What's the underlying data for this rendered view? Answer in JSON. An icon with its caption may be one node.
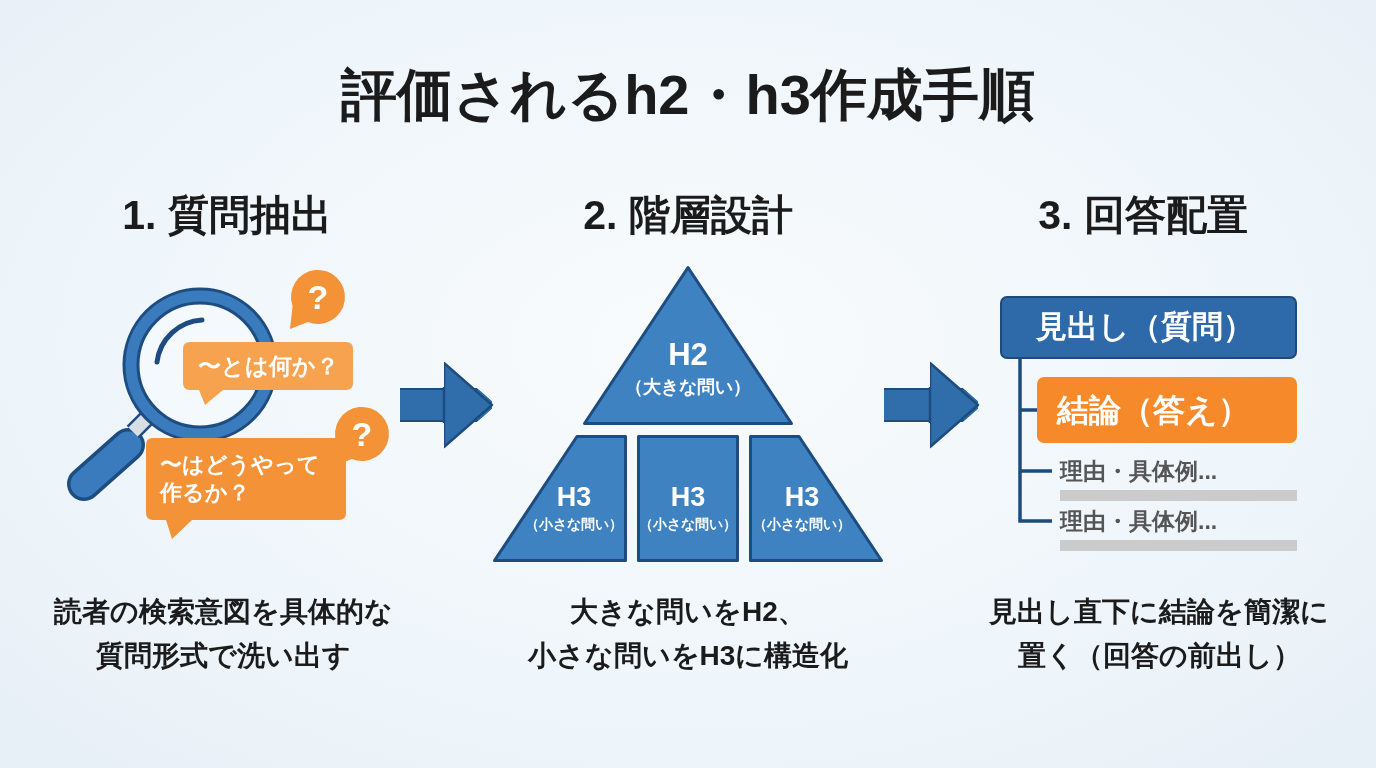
{
  "diagram": {
    "title": "評価されるh2・h3作成手順",
    "nodes": [
      {
        "text": [
          "1. 質問抽出",
          "読者の検索意図を具体的な質問形式で洗い出す"
        ]
      },
      {
        "text": [
          "?"
        ],
        "in": 0
      },
      {
        "text": [
          "〜とは何か？"
        ],
        "in": 0
      },
      {
        "text": [
          "?"
        ],
        "in": 0
      },
      {
        "text": [
          "〜はどうやって作るか？"
        ],
        "in": 0
      },
      {
        "text": [
          "2. 階層設計",
          "大きな問いをH2、小さな問いをH3に構造化"
        ]
      },
      {
        "text": [
          "H2",
          "（大きな問い）"
        ],
        "in": 5
      },
      {
        "text": [
          "H3",
          "（小さな問い）"
        ],
        "in": 5
      },
      {
        "text": [
          "H3",
          "（小さな問い）"
        ],
        "in": 5
      },
      {
        "text": [
          "H3",
          "（小さな問い）"
        ],
        "in": 5
      },
      {
        "text": [
          "3. 回答配置",
          "見出し直下に結論を簡潔に置く（回答の前出し）"
        ]
      },
      {
        "text": [
          "見出し（質問）"
        ],
        "in": 10
      },
      {
        "text": [
          "結論（答え）"
        ],
        "in": 10
      },
      {
        "text": [
          "理由・具体例..."
        ],
        "in": 10
      },
      {
        "text": [
          "理由・具体例..."
        ],
        "in": 10
      }
    ],
    "edges": [
      {
        "from": 0,
        "to": 5,
        "arrow": "to",
        "style": "thick",
        "color": "#2f6eab"
      },
      {
        "from": 5,
        "to": 10,
        "arrow": "to",
        "style": "thick",
        "color": "#2f6eab"
      },
      {
        "from": 11,
        "to": 12,
        "arrow": "none"
      },
      {
        "from": 11,
        "to": 13,
        "arrow": "none"
      },
      {
        "from": 11,
        "to": 14,
        "arrow": "none"
      }
    ]
  }
}
